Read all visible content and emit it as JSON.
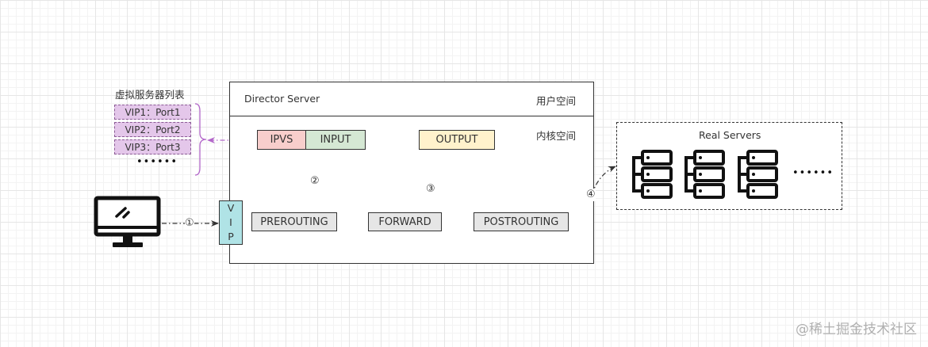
{
  "virtual_server_list": {
    "title": "虚拟服务器列表",
    "items": [
      "VIP1：Port1",
      "VIP2：Port2",
      "VIP3：Port3"
    ],
    "more": "••••••"
  },
  "director": {
    "title": "Director Server",
    "user_space": "用户空间",
    "kernel_space": "内核空间",
    "ipvs": "IPVS",
    "input": "INPUT",
    "output": "OUTPUT",
    "prerouting": "PREROUTING",
    "forward": "FORWARD",
    "postrouting": "POSTROUTING"
  },
  "vip": [
    "V",
    "I",
    "P"
  ],
  "steps": [
    "①",
    "②",
    "③",
    "④"
  ],
  "real_servers": {
    "title": "Real Servers",
    "more": "••••••"
  },
  "watermark": "@稀土掘金技术社区",
  "colors": {
    "ipvs": "#f8cecc",
    "input": "#d5e8d4",
    "output": "#fff2cc",
    "chain": "#e6e6e6",
    "vip": "#b0e3e6",
    "vs_item": "#e4c7ea",
    "arrow_purple": "#b266c9"
  }
}
